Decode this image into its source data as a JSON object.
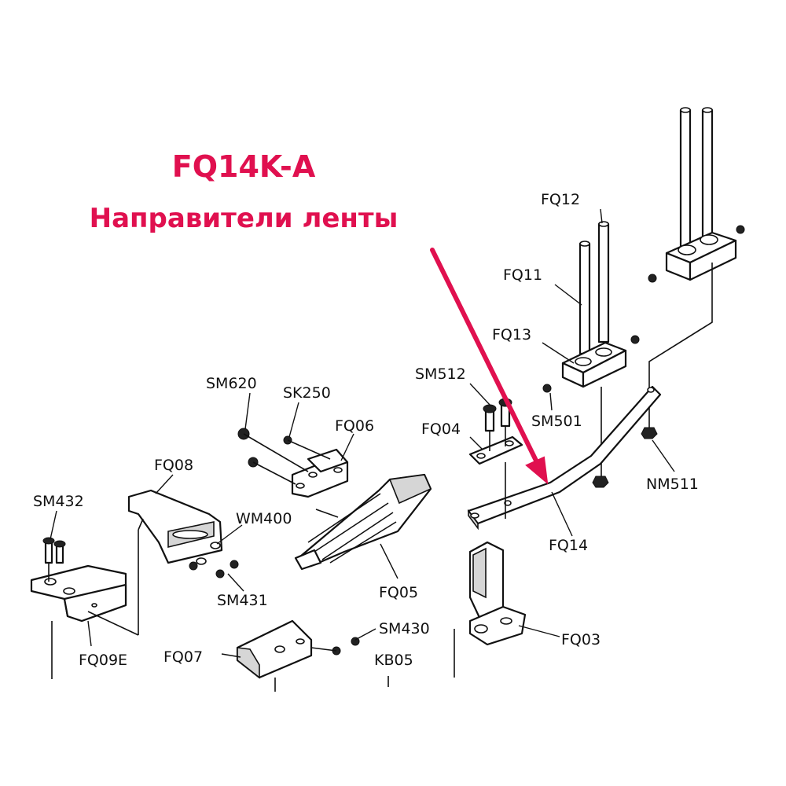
{
  "headline": {
    "code": "FQ14K-A",
    "name": "Направители ленты",
    "color": "#e0104f"
  },
  "callouts": {
    "FQ12": "FQ12",
    "FQ11": "FQ11",
    "FQ13": "FQ13",
    "SM512": "SM512",
    "SM501": "SM501",
    "FQ04": "FQ04",
    "NM511": "NM511",
    "FQ14": "FQ14",
    "SM620": "SM620",
    "SK250": "SK250",
    "FQ06": "FQ06",
    "FQ08": "FQ08",
    "WM400": "WM400",
    "SM432": "SM432",
    "SM431": "SM431",
    "FQ05": "FQ05",
    "FQ03": "FQ03",
    "SM430": "SM430",
    "KB05": "KB05",
    "FQ09E": "FQ09E",
    "FQ07": "FQ07"
  }
}
